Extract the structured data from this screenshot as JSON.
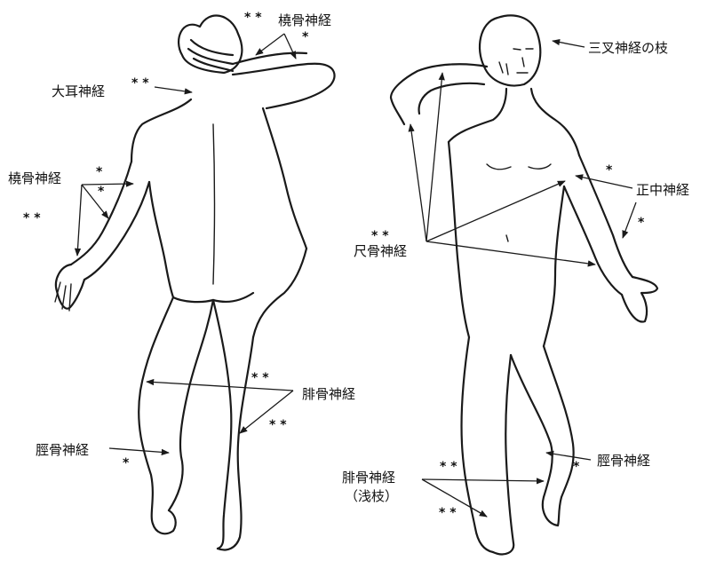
{
  "labels": {
    "radial_top": "橈骨神経",
    "great_auricular": "大耳神経",
    "radial_left": "橈骨神経",
    "trigeminal": "三叉神経の枝",
    "median": "正中神経",
    "ulnar": "尺骨神経",
    "peroneal_back": "腓骨神経",
    "tibial_back": "脛骨神経",
    "tibial_front": "脛骨神経",
    "peroneal_super_1": "腓骨神経",
    "peroneal_super_2": "（浅枝）"
  },
  "marks": {
    "double": "* *",
    "single": "*"
  }
}
